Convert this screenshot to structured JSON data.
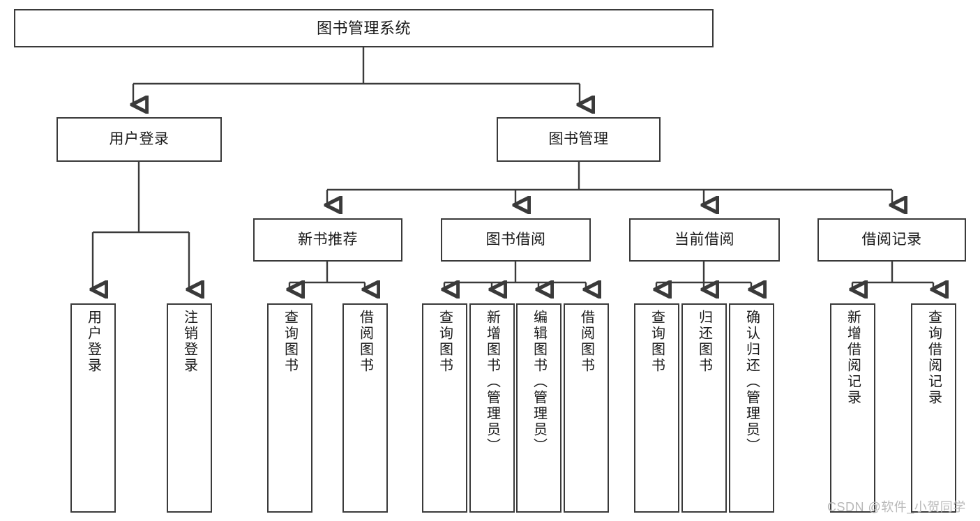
{
  "diagram": {
    "title": "图书管理系统",
    "root": {
      "id": "root",
      "label": "图书管理系统"
    },
    "tier2": [
      {
        "id": "user-login",
        "label": "用户登录"
      },
      {
        "id": "book-manage",
        "label": "图书管理"
      }
    ],
    "tier3": [
      {
        "id": "new-book-recommend",
        "label": "新书推荐"
      },
      {
        "id": "book-borrow",
        "label": "图书借阅"
      },
      {
        "id": "current-borrow",
        "label": "当前借阅"
      },
      {
        "id": "borrow-record",
        "label": "借阅记录"
      }
    ],
    "leaves": {
      "user-login": [
        {
          "id": "leaf-user-login",
          "label": "用户登录"
        },
        {
          "id": "leaf-user-logout",
          "label": "注销登录"
        }
      ],
      "new-book-recommend": [
        {
          "id": "leaf-query-book-1",
          "label": "查询图书"
        },
        {
          "id": "leaf-borrow-book-1",
          "label": "借阅图书"
        }
      ],
      "book-borrow": [
        {
          "id": "leaf-query-book-2",
          "label": "查询图书"
        },
        {
          "id": "leaf-add-book",
          "label": "新增图书（管理员）"
        },
        {
          "id": "leaf-edit-book",
          "label": "编辑图书（管理员）"
        },
        {
          "id": "leaf-borrow-book-2",
          "label": "借阅图书"
        }
      ],
      "current-borrow": [
        {
          "id": "leaf-query-book-3",
          "label": "查询图书"
        },
        {
          "id": "leaf-return-book",
          "label": "归还图书"
        },
        {
          "id": "leaf-confirm-return",
          "label": "确认归还（管理员）"
        }
      ],
      "borrow-record": [
        {
          "id": "leaf-add-record",
          "label": "新增借阅记录"
        },
        {
          "id": "leaf-query-record",
          "label": "查询借阅记录"
        }
      ]
    }
  },
  "watermark": {
    "text": "CSDN @软件_小贺同学"
  },
  "colors": {
    "stroke": "#3a3a3a",
    "box_fill": "#ffffff",
    "text": "#1a1a1a",
    "watermark": "#b9b9b9",
    "background": "#ffffff"
  }
}
